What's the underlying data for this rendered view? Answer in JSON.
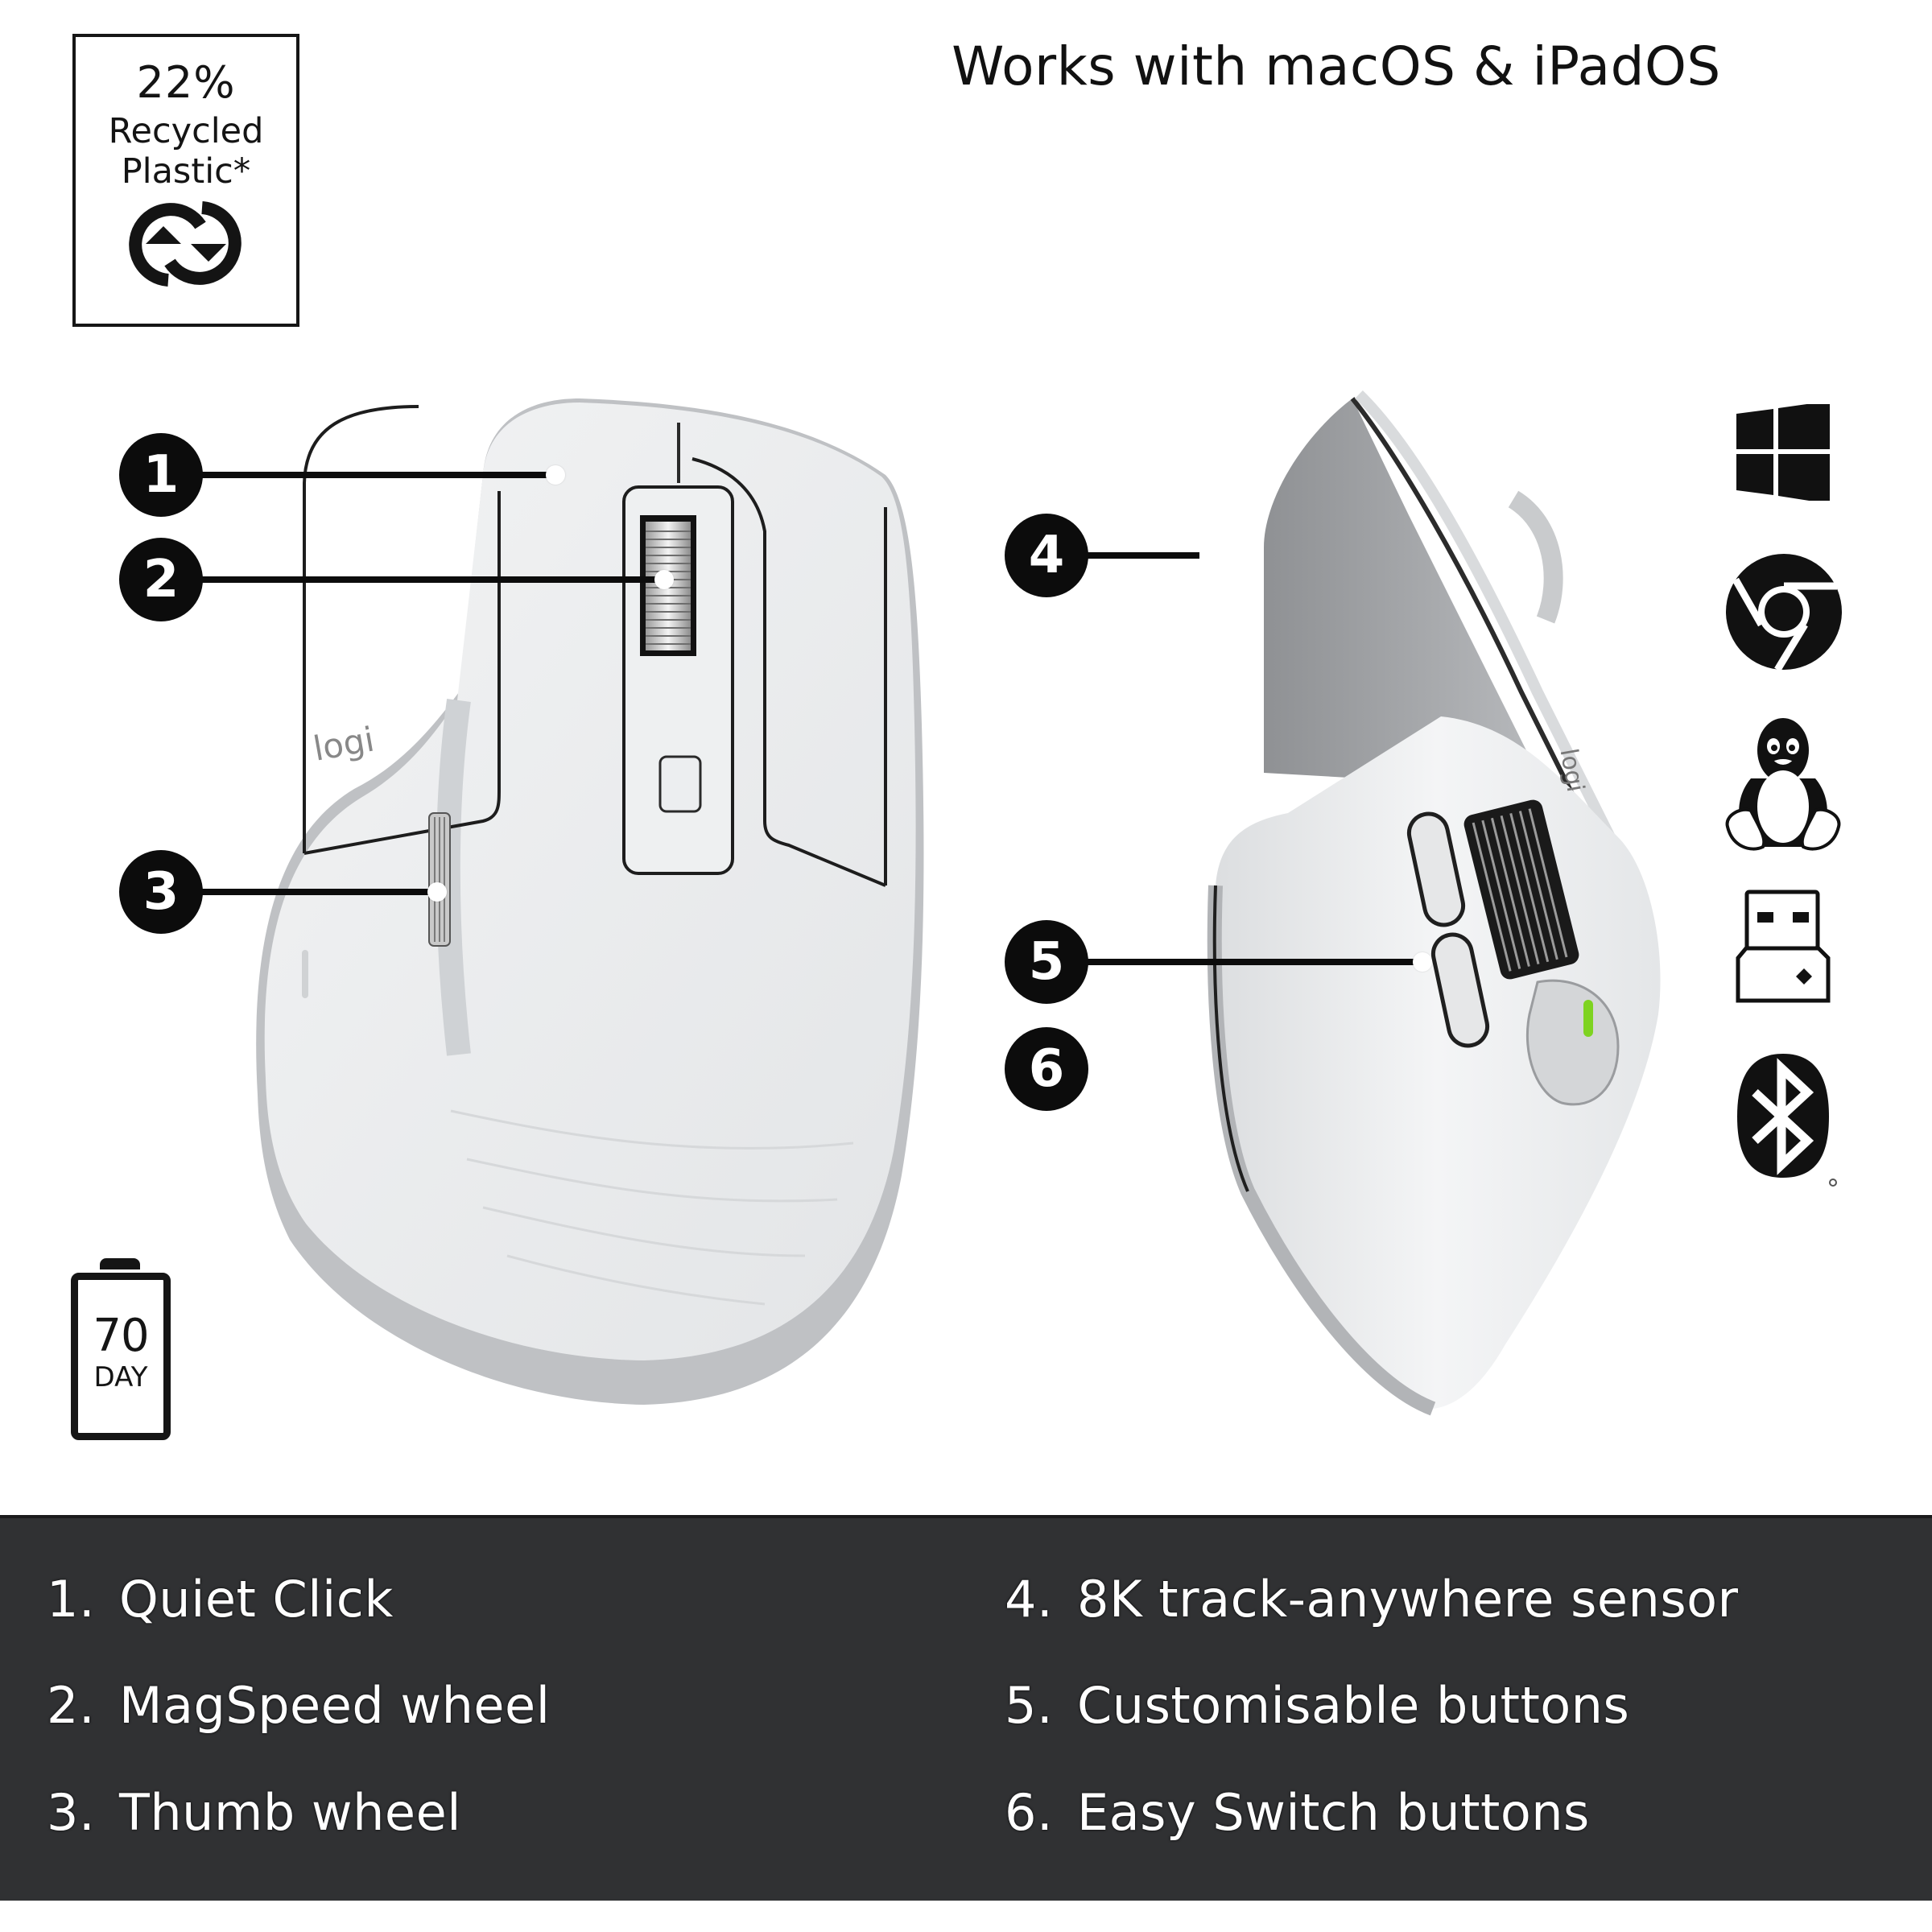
{
  "badge": {
    "percent": "22%",
    "line1": "Recycled",
    "line2": "Plastic*",
    "icon": "recycle-icon"
  },
  "heading": "Works with macOS & iPadOS",
  "callouts": [
    {
      "number": "1",
      "target": "Quiet Click"
    },
    {
      "number": "2",
      "target": "MagSpeed wheel"
    },
    {
      "number": "3",
      "target": "Thumb wheel"
    },
    {
      "number": "4",
      "target": "8K track-anywhere sensor"
    },
    {
      "number": "5",
      "target": "Customisable buttons"
    },
    {
      "number": "6",
      "target": "Easy Switch buttons"
    }
  ],
  "product": {
    "brand_logo": "logi",
    "views": [
      "top-view",
      "side-view"
    ],
    "status_led_color": "#7ed321"
  },
  "compatibility_icons": [
    "windows-icon",
    "chrome-os-icon",
    "linux-tux-icon",
    "usb-receiver-icon",
    "bluetooth-icon"
  ],
  "battery": {
    "value": "70",
    "unit": "DAY",
    "icon": "battery-icon"
  },
  "features": {
    "left": [
      {
        "num": "1.",
        "label": "Quiet Click"
      },
      {
        "num": "2.",
        "label": "MagSpeed wheel"
      },
      {
        "num": "3.",
        "label": "Thumb wheel"
      }
    ],
    "right": [
      {
        "num": "4.",
        "label": "8K track-anywhere sensor"
      },
      {
        "num": "5.",
        "label": "Customisable buttons"
      },
      {
        "num": "6.",
        "label": "Easy Switch buttons"
      }
    ]
  },
  "colors": {
    "panel_bg": "#303133",
    "text_dark": "#111111",
    "mouse_body": "#eceef0",
    "mouse_base": "#b9bbbe"
  }
}
